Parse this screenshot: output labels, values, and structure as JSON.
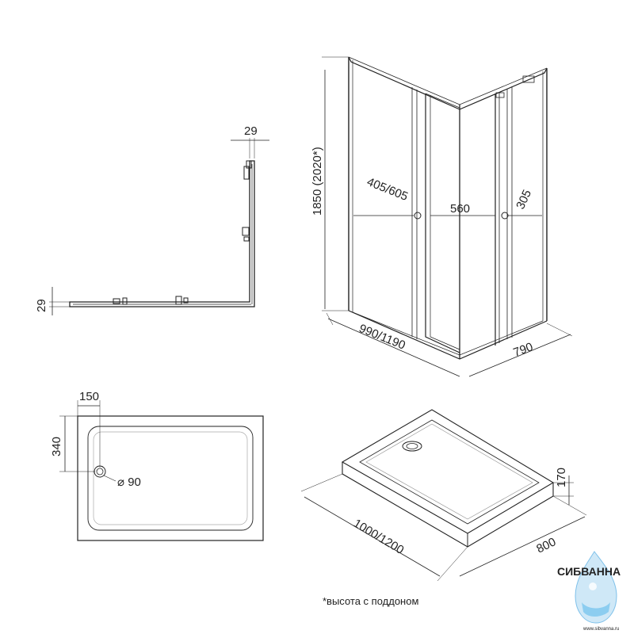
{
  "plan_view": {
    "profile_width_top": "29",
    "profile_width_left": "29"
  },
  "enclosure": {
    "height": "1850 (2020*)",
    "door_panel_width": "405/605",
    "door_opening": "560",
    "fixed_panel_width": "305",
    "long_side": "990/1190",
    "short_side": "790"
  },
  "tray_top": {
    "drain_offset_x": "150",
    "drain_offset_y": "340",
    "drain_diameter": "⌀ 90"
  },
  "tray_iso": {
    "height": "170",
    "length": "1000/1200",
    "width": "800"
  },
  "footnote": "*высота с поддоном",
  "brand": {
    "name": "СИБВАННА",
    "url": "www.sibvanna.ru",
    "color": "#2a8fd0"
  }
}
